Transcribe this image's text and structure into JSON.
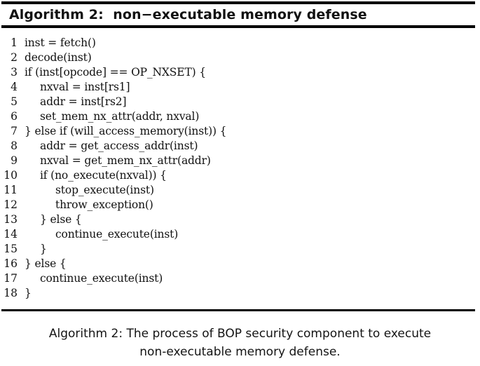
{
  "figure": {
    "title": "Algorithm 2:  non−executable memory defense",
    "caption_line1": "Algorithm 2: The process of BOP security component to execute",
    "caption_line2": "non-executable memory defense."
  },
  "colors": {
    "rule": "#000000",
    "text": "#111111",
    "background": "#ffffff",
    "caption_text": "#141414"
  },
  "code": {
    "lines": [
      {
        "n": "1",
        "indent": 0,
        "text": "inst = fetch()"
      },
      {
        "n": "2",
        "indent": 0,
        "text": "decode(inst)"
      },
      {
        "n": "3",
        "indent": 0,
        "text": "if (inst[opcode] == OP_NXSET) {"
      },
      {
        "n": "4",
        "indent": 1,
        "text": "nxval = inst[rs1]"
      },
      {
        "n": "5",
        "indent": 1,
        "text": "addr = inst[rs2]"
      },
      {
        "n": "6",
        "indent": 1,
        "text": "set_mem_nx_attr(addr, nxval)"
      },
      {
        "n": "7",
        "indent": 0,
        "text": "} else if (will_access_memory(inst)) {"
      },
      {
        "n": "8",
        "indent": 1,
        "text": "addr = get_access_addr(inst)"
      },
      {
        "n": "9",
        "indent": 1,
        "text": "nxval = get_mem_nx_attr(addr)"
      },
      {
        "n": "10",
        "indent": 1,
        "text": "if (no_execute(nxval)) {"
      },
      {
        "n": "11",
        "indent": 2,
        "text": "stop_execute(inst)"
      },
      {
        "n": "12",
        "indent": 2,
        "text": "throw_exception()"
      },
      {
        "n": "13",
        "indent": 1,
        "text": "} else {"
      },
      {
        "n": "14",
        "indent": 2,
        "text": "continue_execute(inst)"
      },
      {
        "n": "15",
        "indent": 1,
        "text": "}"
      },
      {
        "n": "16",
        "indent": 0,
        "text": "} else {"
      },
      {
        "n": "17",
        "indent": 1,
        "text": "continue_execute(inst)"
      },
      {
        "n": "18",
        "indent": 0,
        "text": "}"
      }
    ]
  }
}
